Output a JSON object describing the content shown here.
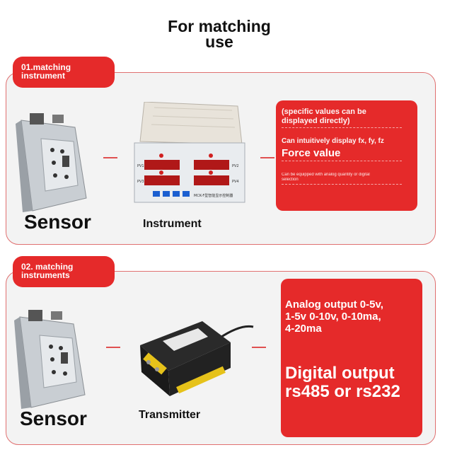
{
  "title": {
    "line1": "For matching",
    "line2": "use"
  },
  "section1": {
    "tag_line1": "01.matching",
    "tag_line2": "instrument",
    "sensor_label": "Sensor",
    "device_label": "Instrument",
    "instrument_model": "MCK-F型智能显示控制器",
    "display_labels": [
      "PV1",
      "PV2",
      "PV3",
      "PV4"
    ],
    "info": {
      "line1": "(specific values can be",
      "line2": "displayed directly)",
      "line3": "Can intuitively display fx, fy, fz",
      "line4": "Force value",
      "line5": "Can be equipped with analog quantity or digital",
      "line6": "selection"
    }
  },
  "section2": {
    "tag_line1": "02. matching",
    "tag_line2": "instruments",
    "sensor_label": "Sensor",
    "device_label": "Transmitter",
    "info": {
      "line1": "Analog output 0-5v,",
      "line2": "1-5v 0-10v, 0-10ma,",
      "line3": "4-20ma",
      "line4": "Digital output",
      "line5": "rs485 or rs232"
    }
  },
  "colors": {
    "accent": "#e52a2a",
    "panel": "#f3f3f3",
    "text": "#111111"
  }
}
